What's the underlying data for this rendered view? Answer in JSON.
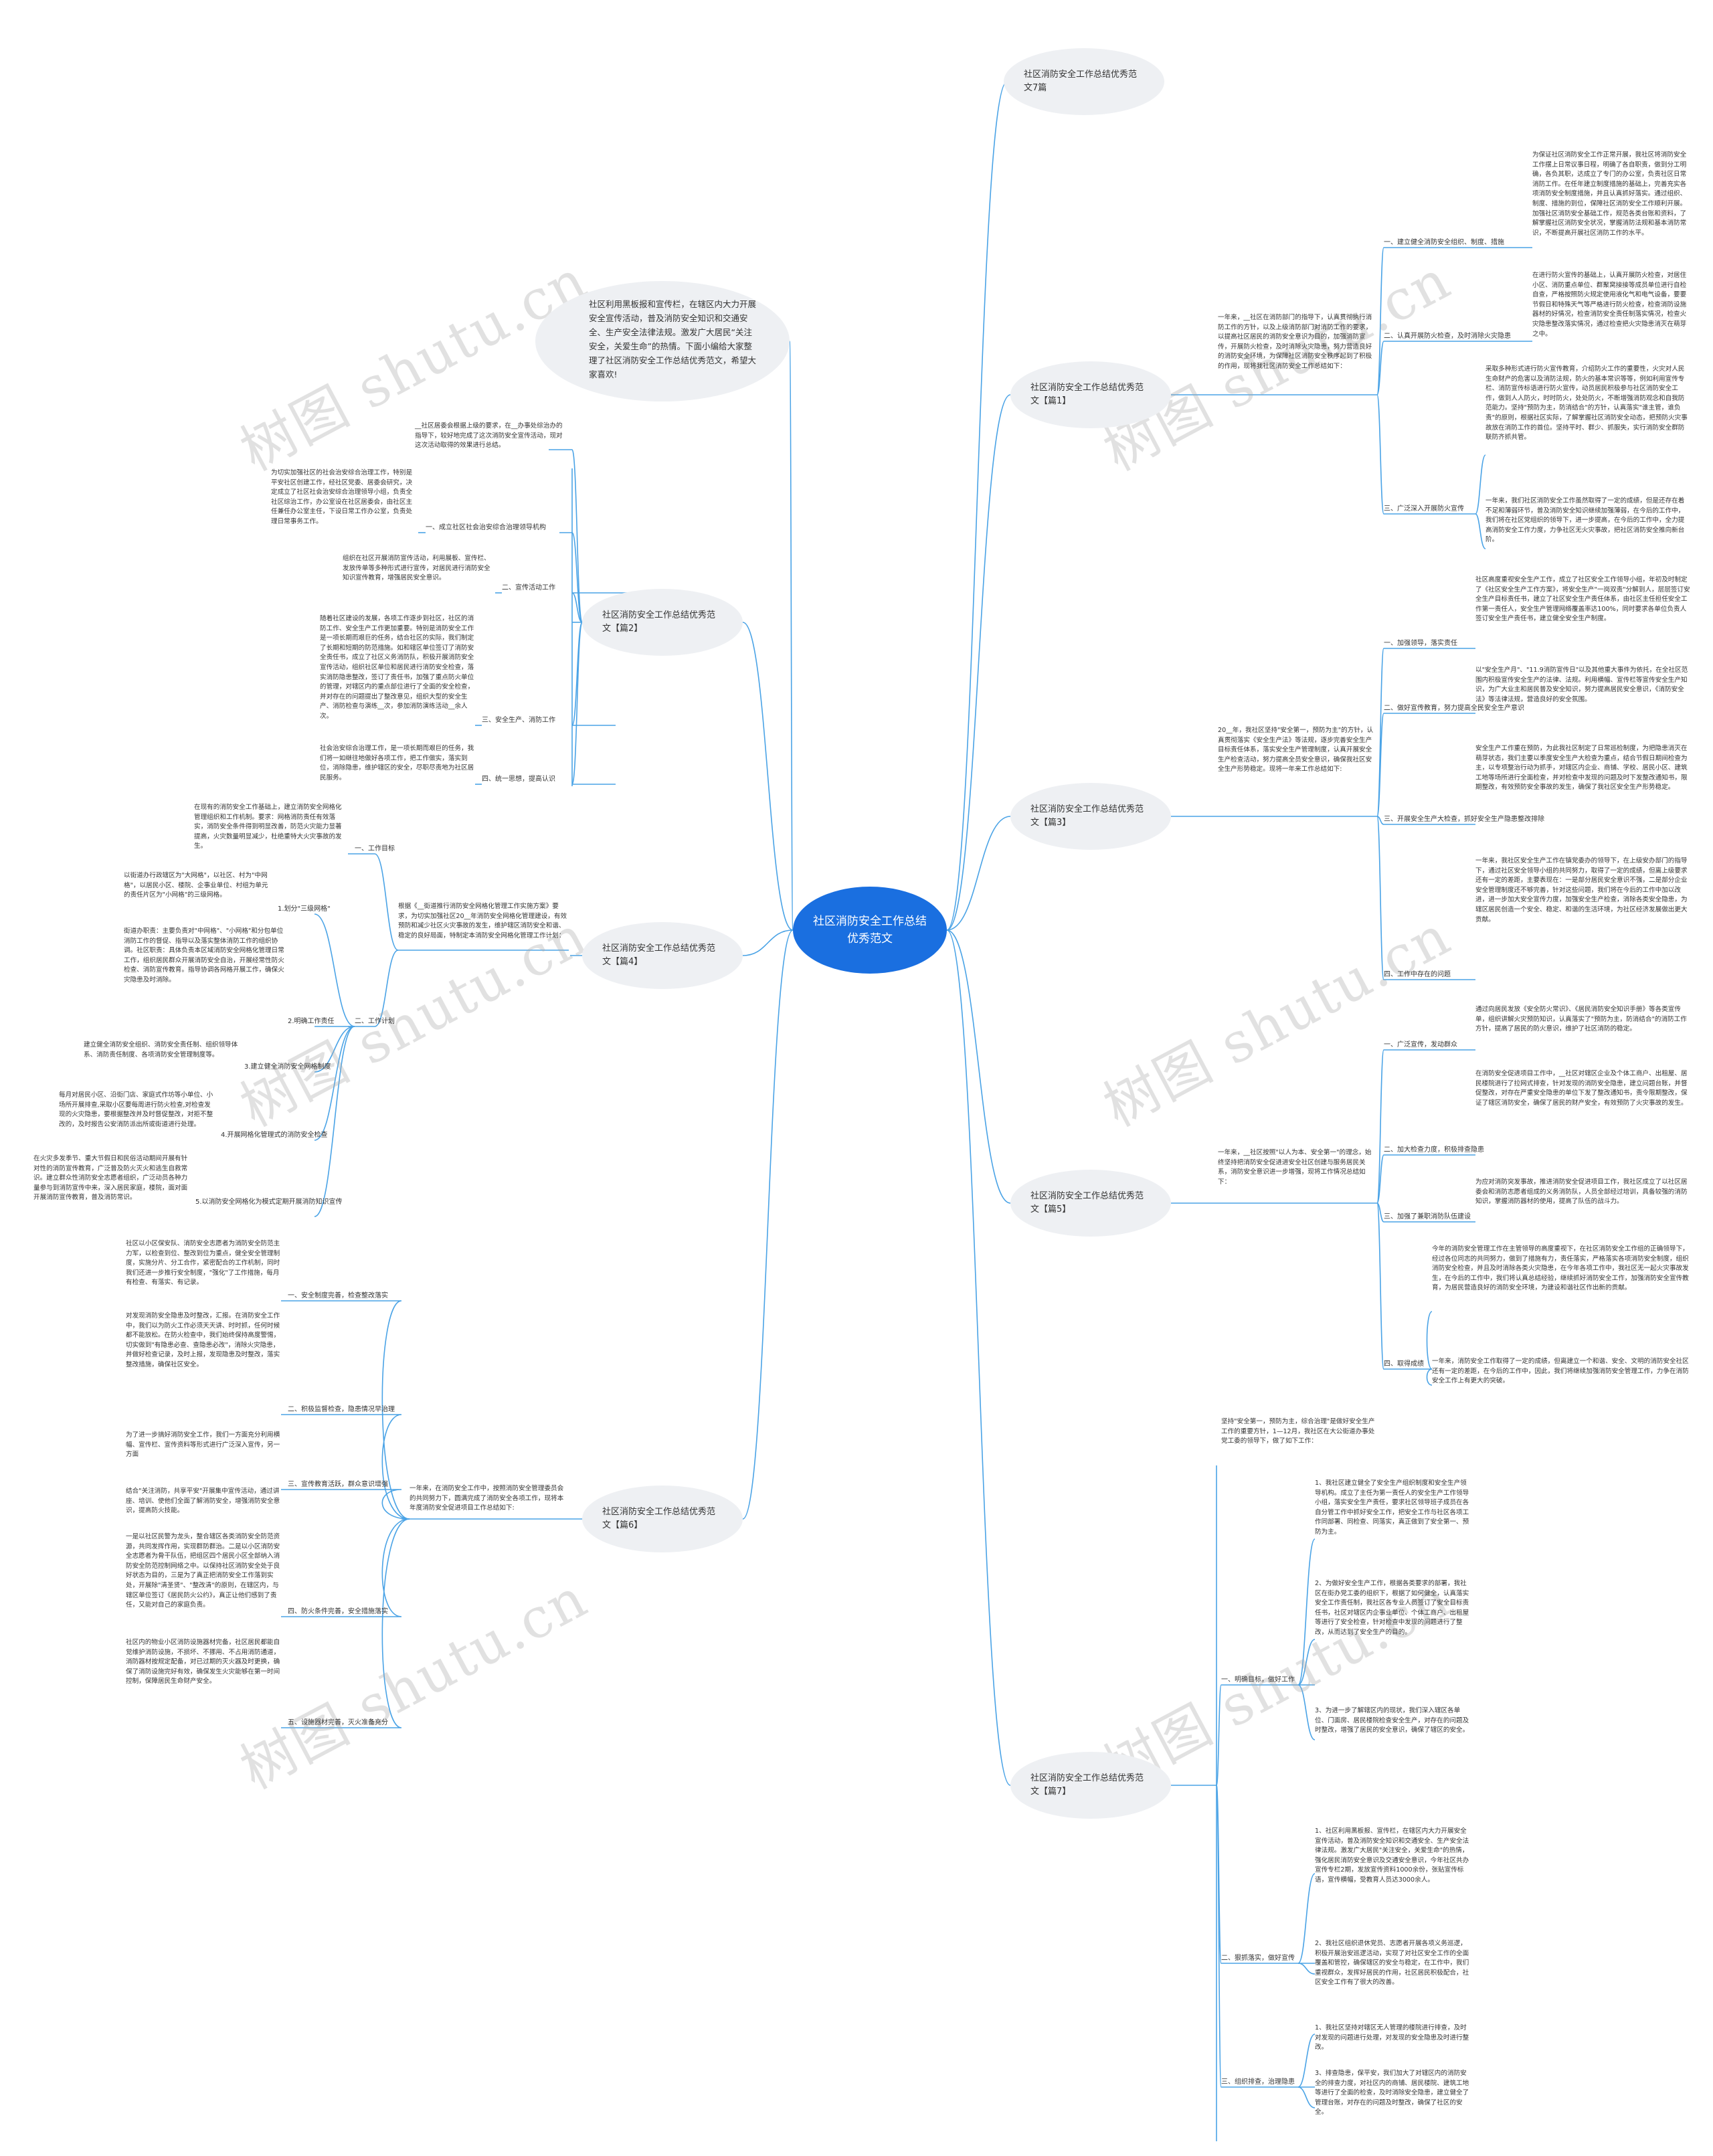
{
  "center": "社区消防安全工作总结优秀范文",
  "intro": "社区利用黑板报和宣传栏，在辖区内大力开展安全宣传活动，普及消防安全知识和交通安全、生产安全法律法规。激发广大居民“关注安全，关爱生命”的热情。下面小编给大家整理了社区消防安全工作总结优秀范文，希望大家喜欢!",
  "watermark": "树图 shutu.cn",
  "p7": "社区消防安全工作总结优秀范文7篇",
  "p1": {
    "title": "社区消防安全工作总结优秀范文【篇1】",
    "summary": "一年来，__社区在消防部门的指导下，认真贯彻执行消防工作的方针，以及上级消防部门对消防工作的要求，以提高社区居民的消防安全意识为目的，加强消防宣传，开展防火检查，及时消除火灾隐患，努力营造良好的消防安全环境，为保障社区消防安全秩序起到了积极的作用，现将我社区消防安全工作总结如下：",
    "b1": "一、建立健全消防安全组织、制度、措施",
    "b1t": "为保证社区消防安全工作正常开展，我社区将消防安全工作摆上日常议事日程，明确了各自职责，做到分工明确，各负其职，达成立了专门的办公室，负责社区日常消防工作。在任年建立制度措施的基础上，完善充实各项消防安全制度措施，并且认真抓好落实。通过组织、制度、措施的到位，保障社区消防安全工作顺利开展。加强社区消防安全基础工作，规范各类台账和资料，了解掌握社区消防安全状况，掌握消防法规和基本消防常识，不断提高开展社区消防工作的水平。",
    "b2": "二、认真开展防火检查，及时消除火灾隐患",
    "b2t": "在进行防火宣传的基础上，认真开展防火检查，对居住小区、消防重点单位、群聚窝接接等成员单位进行自检自查，严格按照防火规定使用液化气和电气设备，要要节假日和特殊天气等严格进行防火检查，检查消防设施器材的好情况，检查消防安全责任制落实情况，检查火灾隐患整改落实情况，通过检查把火灾隐患消灭在萌芽之中。",
    "b3": "三、广泛深入开展防火宣传",
    "b3t1": "采取多种形式进行防火宣传教育，介绍防火工作的重要性，火灾对人民生命财产的危害以及消防法规，防火的基本常识等等，例如利用宣传专栏、消防宣传标语进行防火宣传，动员居民积极参与社区消防安全工作，做到人人防火，时时防火，处处防火，不断增强消防观念和自我防范能力。坚持\"预防为主，防消结合\"的方针，认真落实\"谁主管，谁负责\"的原则，根据社区实际，了解掌握社区消防安全动态，把预防火灾事故放在消防工作的首位。坚持平时、群少、抓服失，实行消防安全群防联防齐抓共管。",
    "b3t2": "一年来，我们社区消防安全工作虽然取得了一定的成绩，但是还存在着不足和薄弱环节，普及消防安全知识继续加强薄弱，在今后的工作中，我们将在社区党组织的领导下，进一步提高，在今后的工作中，全力提高消防安全工作力度，力争社区无火灾事故，把社区消防安全推向新台阶。"
  },
  "p2": {
    "title": "社区消防安全工作总结优秀范文【篇2】",
    "intro": "__社区居委会根据上级的要求，在__办事处综治办的指导下，较好地完成了这次消防安全宣传活动，现对这次活动取得的效果进行总结。",
    "b1": "一、成立社区社会治安综合治理领导机构",
    "b1t": "为切实加强社区的社会治安综合治理工作，特别是平安社区创建工作，经社区党委、居委会研究，决定成立了社区社会治安综合治理领导小组，负责全社区综治工作，办公室设在社区居委会，由社区主任兼任办公室主任，下设日常工作办公室，负责处理日常事务工作。",
    "b2": "二、宣传活动工作",
    "b2t": "组织在社区开展消防宣传活动，利用展板、宣传栏、发放传单等多种形式进行宣传，对居民进行消防安全知识宣传教育，增强居民安全意识。",
    "b3": "三、安全生产、消防工作",
    "b3t": "随着社区建设的发展，各项工作逐步到社区，社区的消防工作、安全生产工作更加重要。特别是消防安全工作是一项长期而艰巨的任务，结合社区的实际，我们制定了长期和短期的防范措施。如和辖区单位签订了消防安全责任书，成立了社区义务消防队，积极开展消防安全宣传活动，组织社区单位和居民进行消防安全检查，落实消防隐患整改，签订了责任书，加强了重点防火单位的管理，对辖区内的重点部位进行了全面的安全检查，并对存在的问题提出了整改意见，组织大型的安全生产、消防检查与演练__次，参加消防演练活动__余人次。",
    "b4": "四、统一思想，提高认识",
    "b4t": "社会治安综合治理工作，是一项长期而艰巨的任务，我们将一如继往地做好各项工作，把工作做实，落实到位，消除隐患，维护辖区的安全，尽职尽责地为社区居民服务。"
  },
  "p3": {
    "title": "社区消防安全工作总结优秀范文【篇3】",
    "summary": "20__年，我社区坚持\"安全第一，预防为主\"的方针，认真贯彻落实《安全生产法》等法规，逐步完善安全生产目标责任体系，落实安全生产管理制度，认真开展安全生产检查活动，努力提高全员安全意识，确保我社区安全生产形势稳定。现将一年来工作总结如下:",
    "b1": "一、加强领导，落实责任",
    "b1t": "社区高度重视安全生产工作，成立了社区安全工作领导小组，年初及时制定了《社区安全生产工作方案》，将安全生产\"一岗双责\"分解到人，层层签订安全生产目标责任书，建立了社区安全生产责任体系，由社区主任担任安全工作第一责任人，安全生产管理网络覆盖率达100%，同时要求各单位负责人签订安全生产责任书，建立健全安全生产制度。",
    "b2": "二、做好宣传教育，努力提高全民安全生产意识",
    "b2t": "以\"安全生产月\"、\"11.9消防宣传日\"以及其他重大事件为依托，在全社区范围内积极宣传安全生产的法律、法规。利用横幅、宣传栏等宣传安全生产知识，为广大业主和居民普及安全知识，努力提高居民安全意识，《消防安全法》等法律法规，营造良好的安全氛围。",
    "b3": "三、开展安全生产大检查，抓好安全生产隐患整改排除",
    "b3t": "安全生产工作重在预防，为此我社区制定了日常巡检制度，为把隐患消灭在萌芽状态，我们主要以季度安全生产大检查为重点，结合节假日期间检查为主，以专项整治行动为抓手，对辖区内企业、商铺、学校、居民小区、建筑工地等场所进行全面检查，并对检查中发现的问题及时下发整改通知书，限期整改，有效预防安全事故的发生，确保了我社区安全生产形势稳定。",
    "b4": "四、工作中存在的问题",
    "b4t": "一年来，我社区安全生产工作在镇党委办的领导下，在上级安办部门的指导下，通过社区安全领导小组的共同努力，取得了一定的成绩，但离上级要求还有一定的差距，主要表现在：一是部分居民安全意识不强，二是部分企业安全管理制度还不够完善，针对这些问题，我们将在今后的工作中加以改进，进一步加大安全宣传力度，加强安全生产检查，消除各类安全隐患，为辖区居民创造一个安全、稳定、和谐的生活环境，为社区经济发展做出更大贡献。"
  },
  "p4": {
    "title": "社区消防安全工作总结优秀范文【篇4】",
    "summary": "根据《__街道推行消防安全网格化管理工作实施方案》要求，为切实加强社区20__年消防安全网格化管理建设，有效预防和减少社区火灾事故的发生，维护辖区消防安全和谐、稳定的良好局面，特制定本消防安全网格化管理工作计划：",
    "b1": "一、工作目标",
    "b1t": "在现有的消防安全工作基础上，建立消防安全网格化管理组织和工作机制。要求：网格消防责任有效落实，消防安全条件得到明显改善，防范火灾能力显著提高，火灾数量明显减少，杜绝重特大火灾事故的发生。",
    "b2": "二、工作计划",
    "c1": "1.划分\"三级网格\"",
    "c1t": "以街道办行政辖区为\"大网格\"，以社区、村为\"中网格\"，以居民小区、楼院、企事业单位、村组为单元的责任片区为\"小网格\"的三级网格。",
    "c2": "2.明确工作责任",
    "c2t": "街道办职责：主要负责对\"中网格\"、\"小网格\"和分包单位消防工作的督促、指导以及落实整体消防工作的组织协调。社区职责：具体负责本区域消防安全网格化管理日常工作，组织居民群众开展消防安全自治，开展经常性防火检查、消防宣传教育。指导协调各网格开展工作，确保火灾隐患及时消除。",
    "c3": "3.建立健全消防安全网格制度",
    "c3t": "建立健全消防安全组织、消防安全责任制、组织领导体系、消防责任制度、各项消防安全管理制度等。",
    "c4": "4.开展网格化管理式的消防安全检查",
    "c4t": "每月对居民小区、沿街门店、家庭式作坊等小单位、小场所开展排查,采取小区要每周进行防火检查,对检查发现的火灾隐患，要根据整改并及时督促整改，对拒不整改的，及时报告公安消防派出所或街道进行处理。",
    "c5": "5.以消防安全网格化为模式定期开展消防知识宣传",
    "c5t": "在火灾多发季节、重大节假日和民俗活动期间开展有针对性的消防宣传教育，广泛普及防火灭火和逃生自救常识。建立群众性消防安全志愿者组织，广泛动员各种力量参与到消防宣传中来，深入居民家庭，楼院，面对面开展消防宣传教育，普及消防常识。"
  },
  "p5": {
    "title": "社区消防安全工作总结优秀范文【篇5】",
    "summary": "一年来，__社区按照\"以人为本、安全第一\"的理念，始终坚持把消防安全促进进安全社区创建与服务居民关系，消防安全意识进一步增强，现将工作情况总结如下：",
    "b1": "一、广泛宣传，发动群众",
    "b1t": "通过向居民发放《安全防火常识》、《居民消防安全知识手册》等各类宣传单，组织讲解火灾预防知识，认真落实了\"预防为主，防消结合\"的消防工作方针，提高了居民的防火意识，维护了社区消防的稳定。",
    "b2": "二、加大检查力度，积极排查隐患",
    "b2t": "在消防安全促进项目工作中，__社区对辖区企业及个体工商户、出租屋、居民楼院进行了拉网式排查，针对发现的消防安全隐患，建立问题台账，并督促整改，对存在严重安全隐患的单位下发了整改通知书，责令限期整改，保证了辖区消防安全，确保了居民的财产安全，有效预防了火灾事故的发生。",
    "b3": "三、加强了兼职消防队伍建设",
    "b3t": "为应对消防突发事故，推进消防安全促进项目工作，我社区成立了以社区居委会和消防志愿者组成的义务消防队，人员全部经过培训，具备较强的消防知识，掌握消防器材的使用，提高了队伍的战斗力。",
    "b4": "四、取得成绩",
    "b4t1": "今年的消防安全管理工作在主管领导的高度重视下，在社区消防安全工作组的正确领导下，经过各位同志的共同努力，做到了措施有力，责任落实，严格落实各项消防安全制度，组织消防安全检查，并且及时消除各类火灾隐患，在今年各项工作中，我社区无一起火灾事故发生，在今后的工作中，我们将认真总结经验，继续抓好消防安全工作，加强消防安全宣传教育，为居民营造良好的消防安全环境，为建设和谐社区作出新的贡献。",
    "b4t2": "一年来，消防安全工作取得了一定的成绩，但离建立一个和谐、安全、文明的消防安全社区还有一定的差距，在今后的工作中，因此，我们将继续加强消防安全管理工作，力争在消防安全工作上有更大的突破。"
  },
  "p6": {
    "title": "社区消防安全工作总结优秀范文【篇6】",
    "summary": "一年来，在消防安全工作中，按照消防安全管理委员会的共同努力下，圆满完成了消防安全各项工作，现将本年度消防安全促进项目工作总结如下:",
    "b1": "一、安全制度完善，检查整改落实",
    "b1t": "社区以小区保安队、消防安全志愿者为消防安全防范主力军，以检查到位、整改到位为重点，健全安全管理制度，实施分片、分工合作，紧密配合的工作机制，同时我们还进一步推行安全制度，\"强化\"了工作措施，每月有检查、有落实、有记录。",
    "b2": "二、积极监督检查，隐患情况早治理",
    "b2t": "对发现消防安全隐患及时整改，汇报。在消防安全工作中，我们以为防火工作必须天天讲、时时抓，任何时候都不能放松。在防火检查中，我们始终保持高度警惕，切实做到\"有隐患必查、查隐患必改\"，消除火灾隐患，并做好检查记录，及时上报，发现隐患及时整改，落实整改措施，确保社区安全。",
    "b3": "三、宣传教育活跃，群众意识增强",
    "b3t1": "为了进一步搞好消防安全工作，我们一方面充分利用横幅、宣传栏、宣传资料等形式进行广泛深入宣传，另一方面",
    "b3t2": "结合\"关注消防，共享平安\"开展集中宣传活动，通过讲座、培训、使他们全面了解消防安全，增强消防安全意识，提高防火技能。",
    "b4": "四、防火条件完善，安全措施落实",
    "b4t": "一是以社区民警为龙头，整合辖区各类消防安全防范资源，共同发挥作用，实现群防群治。二是以小区消防安全志愿者为骨干队伍，把组区四个居民小区全部纳入消防安全防范控制网络之中。以保持社区消防安全处于良好状态为目的，三是为了真正把消防安全工作落到实处，开展除\"清圣贤\"、\"整改清\"的原则，在辖区内，与辖区单位签订《居民防火公约》，真正让他们感到了责任，又能对自己的家庭负责。",
    "b5": "五、设施器材完善，灭火准备充分",
    "b5t": "社区内的物业小区消防设施器材完备，社区居民都能自觉维护消防设施，不损坏、不挪用、不占用消防通道，消防器材按规定配备，对已过期的灭火器及时更换，确保了消防设施完好有效，确保发生火灾能够在第一时间控制，保障居民生命财产安全。"
  },
  "p7d": {
    "title": "社区消防安全工作总结优秀范文【篇7】",
    "summary": "坚持\"安全第一，预防为主，综合治理\"是做好安全生产工作的重要方针，1—12月，我社区在大公街道办事处党工委的领导下，做了如下工作：",
    "b1": "一、明确目标，做好工作",
    "b1t1": "1、我社区建立健全了安全生产组织制度和安全生产领导机构。成立了主任为第一责任人的安全生产工作领导小组，落实安全生产责任，要求社区领导班子成员在各自分管工作中抓好安全工作，把安全工作与社区各项工作同部署、同检查、同落实，真正做到了安全第一、预防为主。",
    "b1t2": "2、为做好安全生产工作，根据各类要求的部署，我社区在街办党工委的组织下，根据了如何健全，认真落实安全工作责任制，我社区各专业人员签订了安全目标责任书，社区对辖区内企事业单位、个体工商户、出租屋等进行了安全检查，针对检查中发现的问题进行了整改，从而达到了安全生产的目的。",
    "b1t3": "3、为进一步了解辖区内的现状，我们深入辖区各单位、门面房、居民楼院检查安全生产，对存在的问题及时整改，增强了居民的安全意识，确保了辖区的安全。",
    "b2": "二、狠抓落实，做好宣传",
    "b2t1": "1、社区利用黑板报、宣传栏，在辖区内大力开展安全宣传活动，普及消防安全知识和交通安全、生产安全法律法规。激发广大居民\"关注安全，关爱生命\"的热情，强化居民消防安全意识及交通安全意识，今年社区共办宣传专栏2期，发放宣传资料1000余份，张贴宣传标语，宣传横幅，受教育人员达3000余人。",
    "b2t2": "2、我社区组织退休党员、志愿者开展各项义务巡逻，积极开展治安巡逻活动，实现了对社区安全工作的全面覆盖和管控，确保辖区的安全与稳定，在工作中，我们重视群众，发挥好居民的作用，社区居民积极配合，社区安全工作有了很大的改善。",
    "b3": "三、组织排查，治理隐患",
    "b3t1": "1、我社区坚持对辖区无人管理的楼院进行排查，及时对发现的问题进行处理，对发现的安全隐患及时进行整改。",
    "b3t2": "3、排查隐患，保平安，我们加大了对辖区内的消防安全的排查力度，对社区内的商铺、居民楼院、建筑工地等进行了全面的检查，及时消除安全隐患，建立健全了管理台账，对存在的问题及时整改，确保了社区的安全。"
  }
}
